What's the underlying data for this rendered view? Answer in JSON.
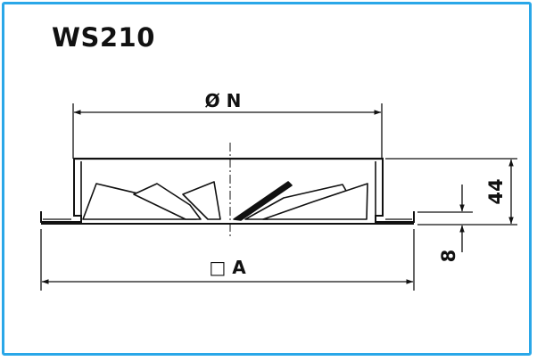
{
  "title": "WS210",
  "dimensions": {
    "diameter_label": "Ø N",
    "square_label": "□ A",
    "height_total": "44",
    "flange_height": "8"
  },
  "colors": {
    "frame_border": "#2aa7e8",
    "line": "#111111"
  }
}
